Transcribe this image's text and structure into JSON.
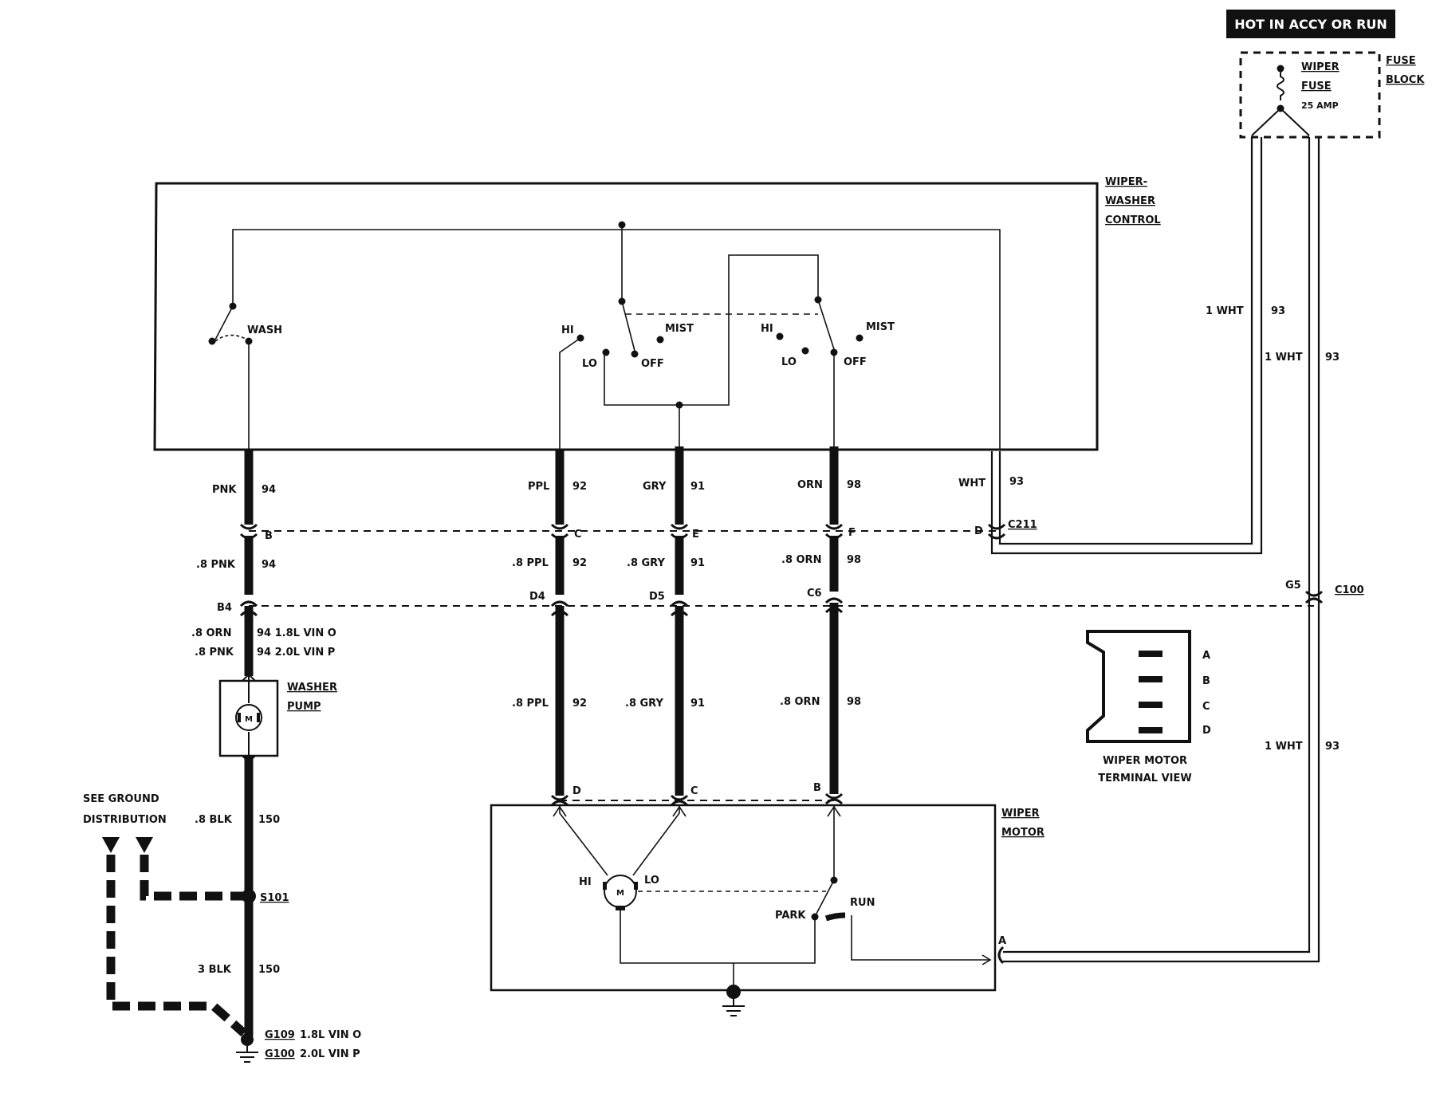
{
  "title_box": "HOT IN ACCY OR RUN",
  "fuse": {
    "name1": "WIPER",
    "name2": "FUSE",
    "rating": "25 AMP",
    "block1": "FUSE",
    "block2": "BLOCK"
  },
  "control": {
    "name1": "WIPER-",
    "name2": "WASHER",
    "name3": "CONTROL"
  },
  "switch_labels": {
    "wash": "WASH",
    "hi": "HI",
    "lo": "LO",
    "off": "OFF",
    "mist": "MIST"
  },
  "wires": {
    "pnk": "PNK",
    "n94": "94",
    "ppl": "PPL",
    "n92": "92",
    "gry": "GRY",
    "n91": "91",
    "orn": "ORN",
    "n98": "98",
    "wht": "WHT",
    "n93": "93",
    "pnk8": ".8 PNK",
    "ppl8": ".8 PPL",
    "gry8": ".8 GRY",
    "orn8": ".8 ORN",
    "orn8b": ".8 ORN",
    "pnk8b": ".8 PNK",
    "vin_o": "94 1.8L VIN O",
    "vin_p": "94 2.0L VIN P",
    "wht1": "1 WHT",
    "blk8": ".8 BLK",
    "n150": "150",
    "blk3": "3 BLK"
  },
  "connectors": {
    "b": "B",
    "c": "C",
    "e": "E",
    "f": "F",
    "d": "D",
    "c211": "C211",
    "b4": "B4",
    "d4": "D4",
    "d5": "D5",
    "c6": "C6",
    "g5": "G5",
    "c100": "C100",
    "md": "D",
    "mc": "C",
    "mb": "B",
    "ma": "A"
  },
  "pump": {
    "name1": "WASHER",
    "name2": "PUMP",
    "m": "M"
  },
  "motor": {
    "name1": "WIPER",
    "name2": "MOTOR",
    "hi": "HI",
    "lo": "LO",
    "m": "M",
    "park": "PARK",
    "run": "RUN"
  },
  "terminal_view": {
    "pins": [
      "A",
      "B",
      "C",
      "D"
    ],
    "caption1": "WIPER MOTOR",
    "caption2": "TERMINAL VIEW"
  },
  "ground": {
    "see1": "SEE GROUND",
    "see2": "DISTRIBUTION",
    "splice": "S101",
    "g109": "G109",
    "g109_desc": "1.8L VIN O",
    "g100": "G100",
    "g100_desc": "2.0L VIN P"
  }
}
